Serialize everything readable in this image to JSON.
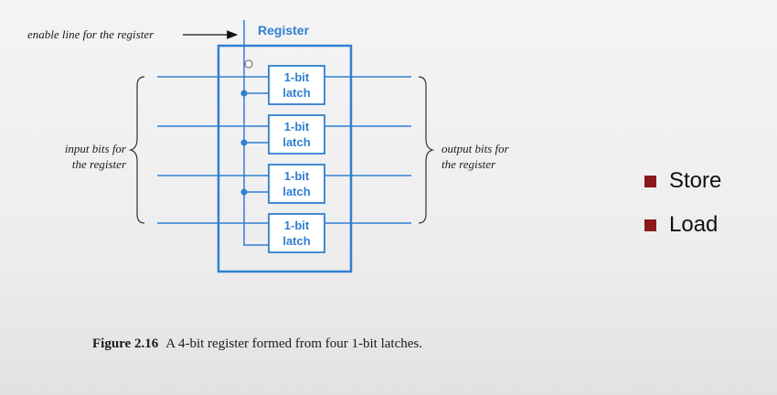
{
  "diagram": {
    "enable_label": "enable line for the register",
    "register_title": "Register",
    "input_label_line1": "input bits for",
    "input_label_line2": "the register",
    "output_label_line1": "output bits for",
    "output_label_line2": "the register",
    "latches": [
      {
        "line1": "1-bit",
        "line2": "latch"
      },
      {
        "line1": "1-bit",
        "line2": "latch"
      },
      {
        "line1": "1-bit",
        "line2": "latch"
      },
      {
        "line1": "1-bit",
        "line2": "latch"
      }
    ]
  },
  "bullets": [
    {
      "label": "Store"
    },
    {
      "label": "Load"
    }
  ],
  "caption": {
    "figure_number": "Figure 2.16",
    "text": "A 4-bit register formed from four 1-bit latches."
  },
  "colors": {
    "diagram_blue": "#2f7fd0",
    "bullet_red": "#8b1a1a"
  }
}
